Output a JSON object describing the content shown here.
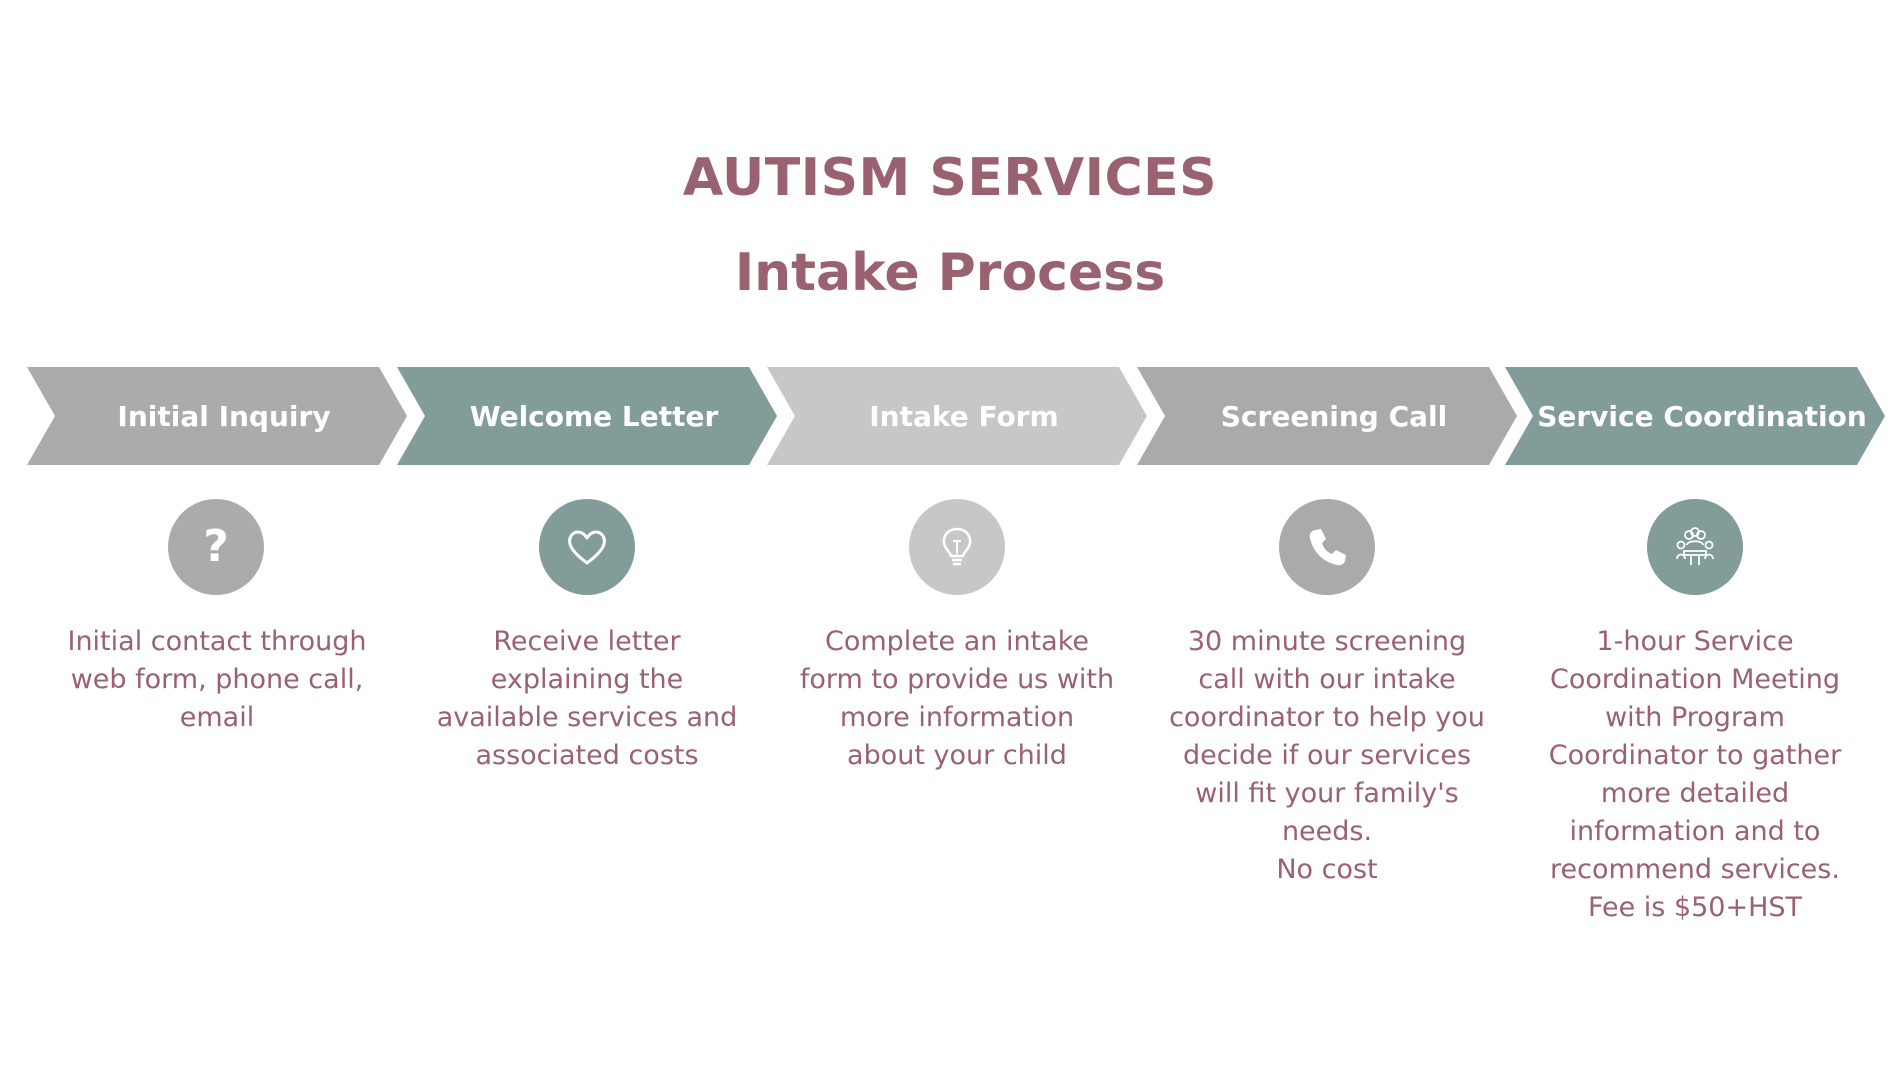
{
  "title": "AUTISM SERVICES",
  "subtitle": "Intake Process",
  "steps": [
    {
      "label": "Initial Inquiry",
      "color": "#aaabaa",
      "icon": "question-icon",
      "description": "Initial contact through\nweb form, phone call,\nemail"
    },
    {
      "label": "Welcome Letter",
      "color": "#819c99",
      "icon": "heart-icon",
      "description": "Receive letter\nexplaining the\navailable services and\nassociated costs"
    },
    {
      "label": "Intake Form",
      "color": "#c6c7c6",
      "icon": "lightbulb-icon",
      "description": "Complete an intake\nform to provide us with\nmore information\nabout your child"
    },
    {
      "label": "Screening Call",
      "color": "#a9aaa9",
      "icon": "phone-icon",
      "description": "30 minute screening\ncall with our intake\ncoordinator to help you\ndecide if our services\nwill fit your family's\nneeds.\nNo cost"
    },
    {
      "label": "Service Coordination",
      "color": "#819c99",
      "icon": "meeting-icon",
      "description": "1-hour Service\nCoordination Meeting\nwith Program\nCoordinator to gather\nmore detailed\ninformation and to\nrecommend services.\nFee is $50+HST"
    }
  ]
}
